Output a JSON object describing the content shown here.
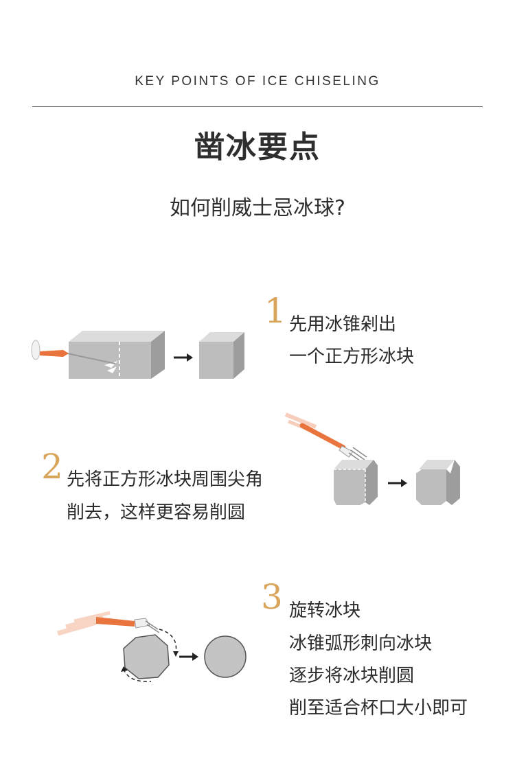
{
  "header": {
    "subtitle_en": "KEY POINTS OF ICE CHISELING",
    "title_cn": "凿冰要点",
    "question": "如何削威士忌冰球?"
  },
  "steps": [
    {
      "number": "1",
      "lines": [
        "先用冰锥剁出",
        "一个正方形冰块"
      ]
    },
    {
      "number": "2",
      "lines": [
        "先将正方形冰块周围尖角",
        "削去，这样更容易削圆"
      ]
    },
    {
      "number": "3",
      "lines": [
        "旋转冰块",
        "冰锥弧形刺向冰块",
        "逐步将冰块削圆",
        "削至适合杯口大小即可"
      ]
    }
  ],
  "colors": {
    "accent_number": "#d9a55b",
    "ice_gray": "#c4c4c4",
    "handle_orange": "#e9743e"
  }
}
